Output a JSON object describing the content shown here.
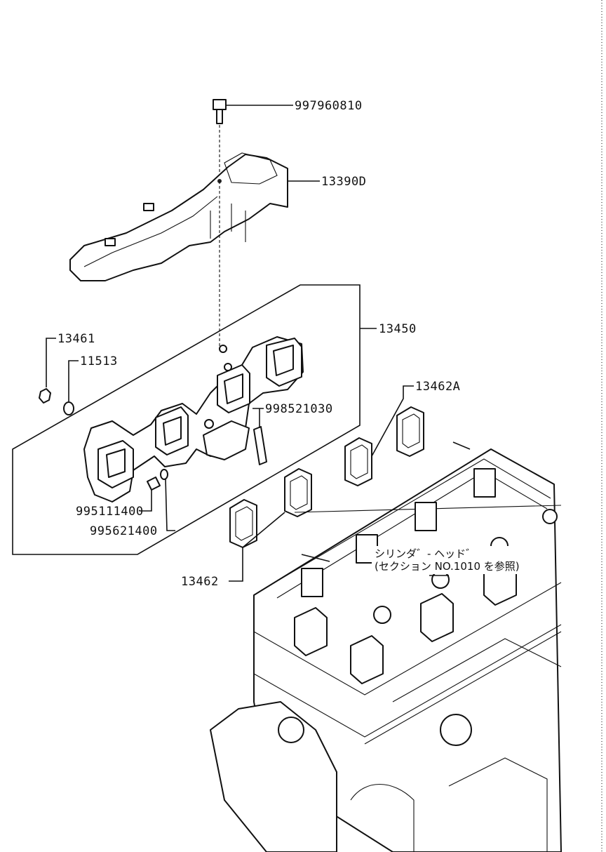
{
  "diagram": {
    "parts": {
      "bolt_top": "997960810",
      "heat_shield": "13390D",
      "manifold_assembly": "13450",
      "nut": "13461",
      "washer": "11513",
      "stud": "998521030",
      "bolt_small": "995111400",
      "washer_small": "995621400",
      "gasket_rear": "13462A",
      "gasket_front": "13462"
    },
    "reference_note": {
      "line1": "シリンダ゛- ヘッド゛",
      "line2": "(セクション NO.1010 を参照)"
    }
  }
}
